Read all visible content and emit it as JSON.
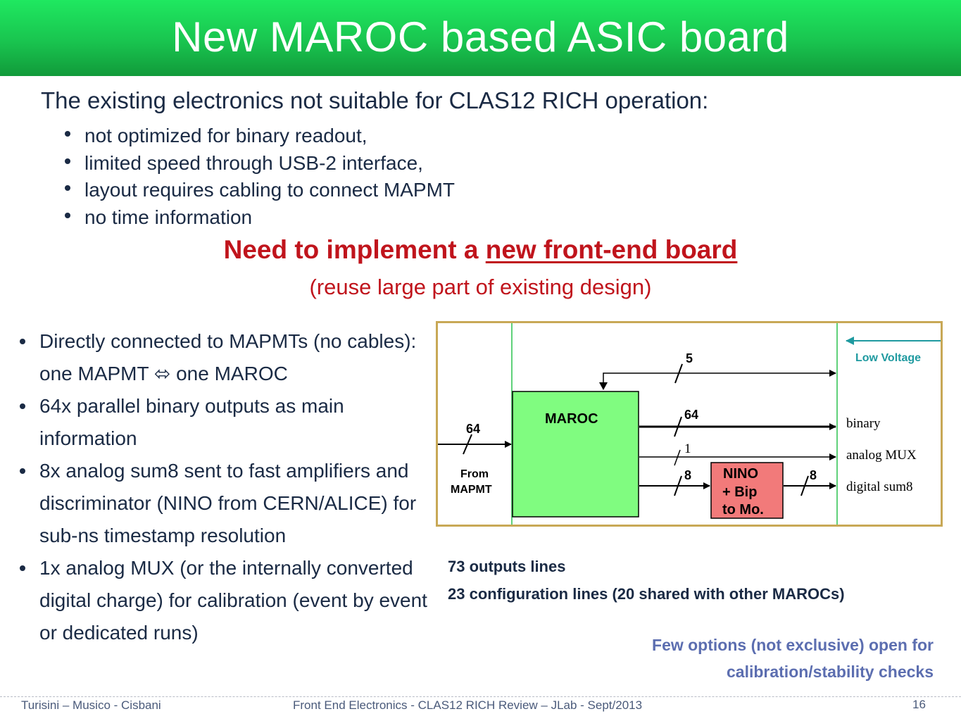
{
  "title": "New MAROC based ASIC board",
  "intro": {
    "heading": "The existing electronics not suitable for CLAS12 RICH operation:",
    "bullets": [
      "not optimized for binary readout,",
      "limited speed through USB-2 interface,",
      "layout requires cabling to connect MAPMT",
      "no time information"
    ]
  },
  "need": {
    "prefix": "Need to implement a ",
    "emphasis": "new front-end board",
    "subline": "(reuse large part of existing design)"
  },
  "features": [
    "Directly connected to MAPMTs (no cables): one MAPMT ⬄ one MAROC",
    "64x parallel binary outputs as main information",
    "8x analog sum8 sent to fast amplifiers and discriminator (NINO from CERN/ALICE) for sub-ns timestamp resolution",
    "1x analog MUX (or the internally converted digital charge) for calibration (event by event or dedicated runs)"
  ],
  "diagram": {
    "low_voltage": "Low Voltage",
    "maroc_label": "MAROC",
    "from_label_1": "From",
    "from_label_2": "MAPMT",
    "nino_1": "NINO",
    "nino_2": "+ Bip",
    "nino_3": "to Mo.",
    "bus_in": "64",
    "bus_top": "5",
    "bus_binary": "64",
    "bus_mux": "1",
    "bus_sum_in": "8",
    "bus_sum_out": "8",
    "out_binary": "binary",
    "out_mux": "analog MUX",
    "out_sum": "digital sum8",
    "colors": {
      "maroc_fill": "#80fc80",
      "nino_fill": "#f27a7a",
      "panel_line": "#5fd17a",
      "lv_arrow": "#1f9aa0",
      "frame": "#c8a856"
    }
  },
  "outputs": {
    "line1": "73 outputs lines",
    "line2": "23 configuration lines (20 shared with other MAROCs)"
  },
  "options": {
    "line1": "Few options (not exclusive) open for",
    "line2": "calibration/stability checks"
  },
  "footer": {
    "authors": "Turisini – Musico - Cisbani",
    "event": "Front End Electronics - CLAS12 RICH Review – JLab - Sept/2013",
    "page": "16"
  }
}
